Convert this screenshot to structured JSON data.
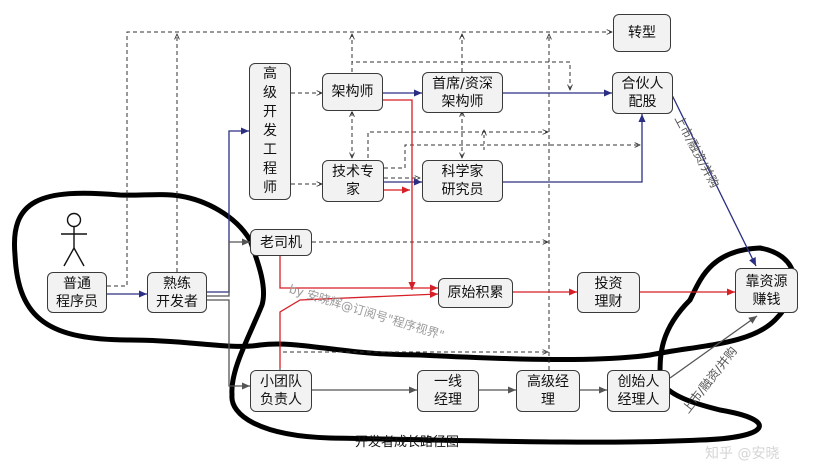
{
  "colors": {
    "dark_blue": "#2a2f84",
    "red": "#d61f26",
    "gray": "#555555",
    "dashed": "#333333",
    "outline": "#000000"
  },
  "nodes": {
    "zhuanxing": "转型",
    "gaoji_kaifa": "高\n级\n开\n发\n工\n程\n师",
    "jiagoushi": "架构师",
    "shouxi": "首席/资深\n架构师",
    "hehuoren": "合伙人\n配股",
    "jishu_zhuanjia": "技术专\n家",
    "kexuejia": "科学家\n研究员",
    "laosiji": "老司机",
    "putong": "普通\n程序员",
    "shulian": "熟练\n开发者",
    "yuanshi": "原始积累",
    "touzi": "投资\n理财",
    "kaoziyuan": "靠资源\n赚钱",
    "xiaotuandui": "小团队\n负责人",
    "yixian": "一线\n经理",
    "gaoji_jingli": "高级经\n理",
    "chuangshiren": "创始人\n经理人"
  },
  "labels": {
    "caption": "开发者成长路径图",
    "watermark": "by 安晓辉@订阅号\"程序视界\"",
    "edge_top": "上市/融资/并购",
    "edge_bottom": "上市/融资/并购",
    "corner": "知乎 @安晓"
  }
}
